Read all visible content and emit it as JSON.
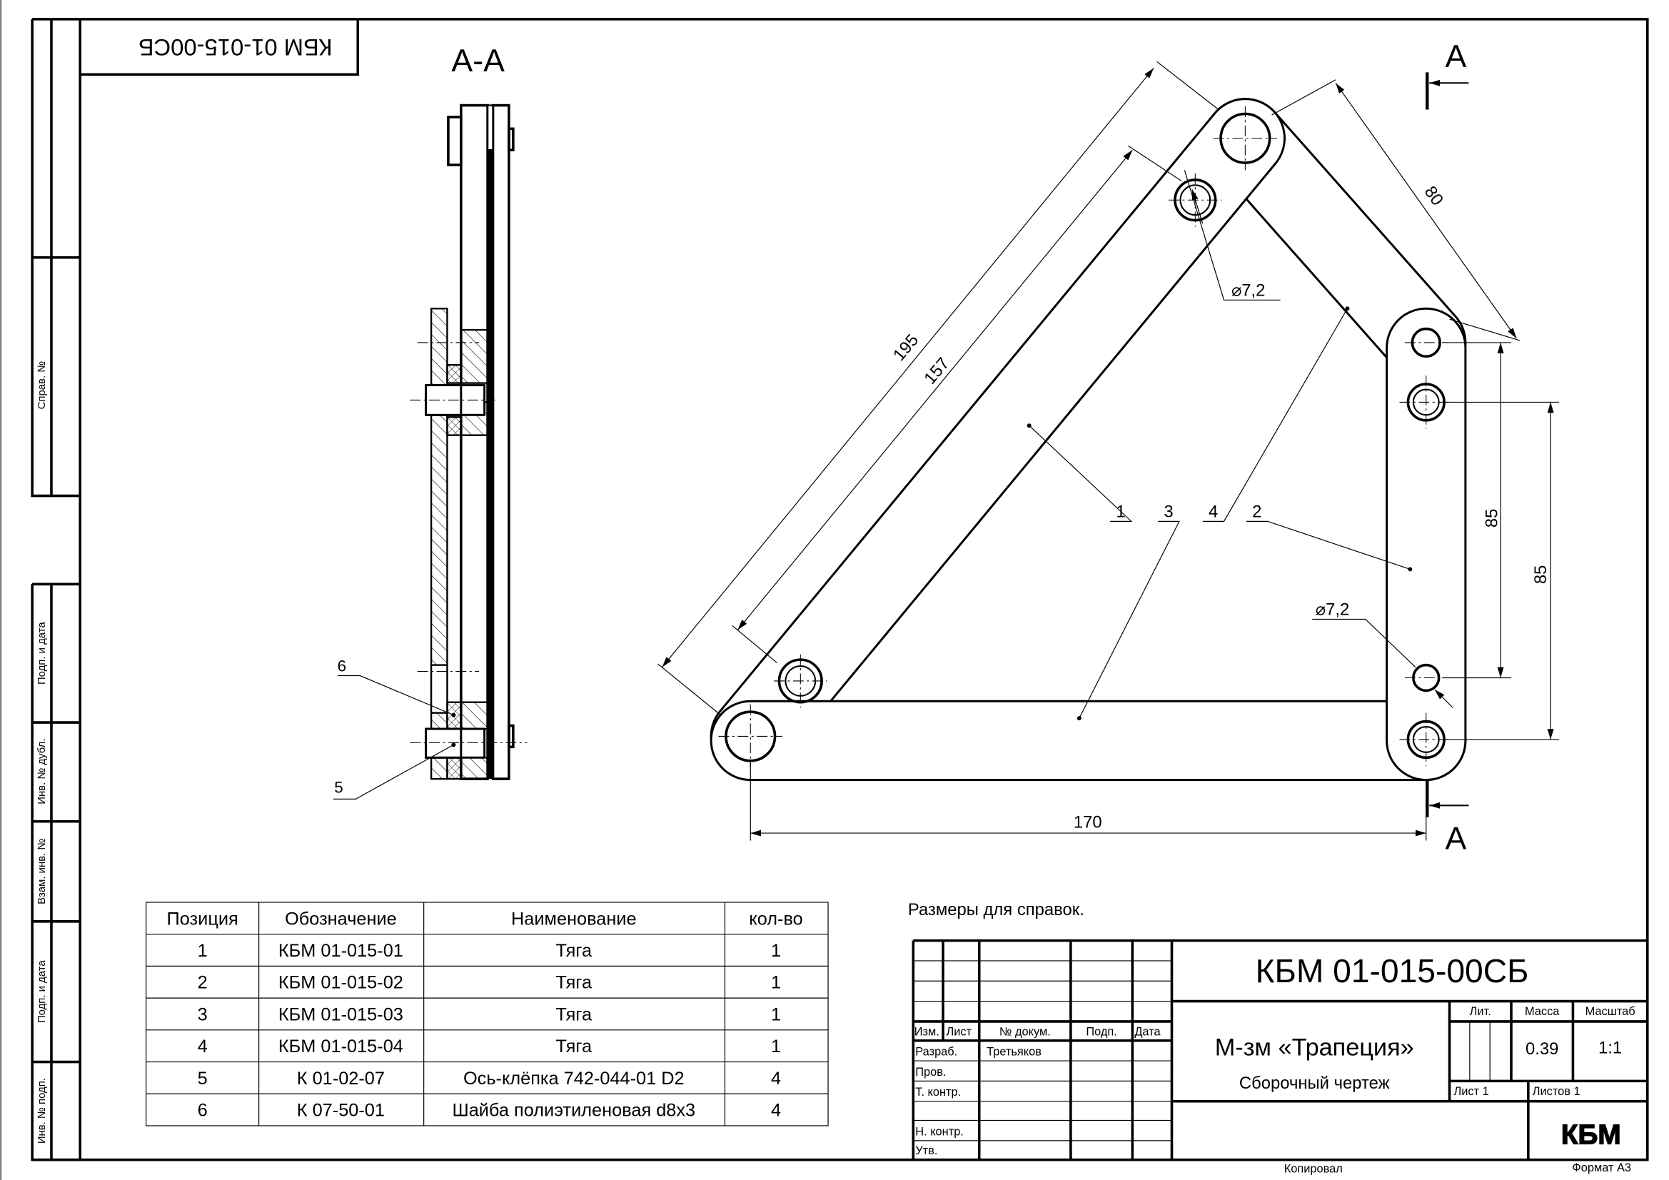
{
  "stamp": {
    "rotated_code": "КБМ 01-015-00СБ"
  },
  "side_strip": {
    "fields": [
      "Справ. №",
      "Подп. и дата",
      "Инв. № дубл.",
      "Взам. инв. №",
      "Подп. и дата",
      "Инв. № подп."
    ]
  },
  "section": {
    "title": "А-А",
    "leaders": [
      "6",
      "5"
    ]
  },
  "main_view": {
    "section_mark": "А",
    "dimensions": {
      "d195": "195",
      "d157": "157",
      "d80": "80",
      "d85a": "85",
      "d85b": "85",
      "d170": "170",
      "hole1": "⌀7,2",
      "hole2": "⌀7,2"
    },
    "positions": [
      "1",
      "3",
      "4",
      "2"
    ]
  },
  "spec_table": {
    "headers": [
      "Позиция",
      "Обозначение",
      "Наименование",
      "кол-во"
    ],
    "rows": [
      [
        "1",
        "КБМ 01-015-01",
        "Тяга",
        "1"
      ],
      [
        "2",
        "КБМ 01-015-02",
        "Тяга",
        "1"
      ],
      [
        "3",
        "КБМ 01-015-03",
        "Тяга",
        "1"
      ],
      [
        "4",
        "КБМ 01-015-04",
        "Тяга",
        "1"
      ],
      [
        "5",
        "К 01-02-07",
        "Ось-клёпка 742-044-01 D2",
        "4"
      ],
      [
        "6",
        "К 07-50-01",
        "Шайба полиэтиленовая d8x3",
        "4"
      ]
    ]
  },
  "note": "Размеры для справок.",
  "title_block": {
    "designation": "КБМ 01-015-00СБ",
    "name": "М-зм «Трапеция»",
    "doc_type": "Сборочный чертеж",
    "col_headers": {
      "izm": "Изм.",
      "list": "Лист",
      "doc": "№ докум.",
      "sign": "Подп.",
      "date": "Дата"
    },
    "roles": {
      "razrab": "Разраб.",
      "prov": "Пров.",
      "tkontr": "Т. контр.",
      "nkontr": "Н. контр.",
      "utv": "Утв."
    },
    "developer": "Третьяков",
    "lit_label": "Лит.",
    "mass_label": "Масса",
    "scale_label": "Масштаб",
    "mass": "0.39",
    "scale": "1:1",
    "sheet": "Лист 1",
    "sheets": "Листов 1",
    "logo": "КБМ",
    "copied": "Копировал",
    "format": "Формат А3"
  }
}
